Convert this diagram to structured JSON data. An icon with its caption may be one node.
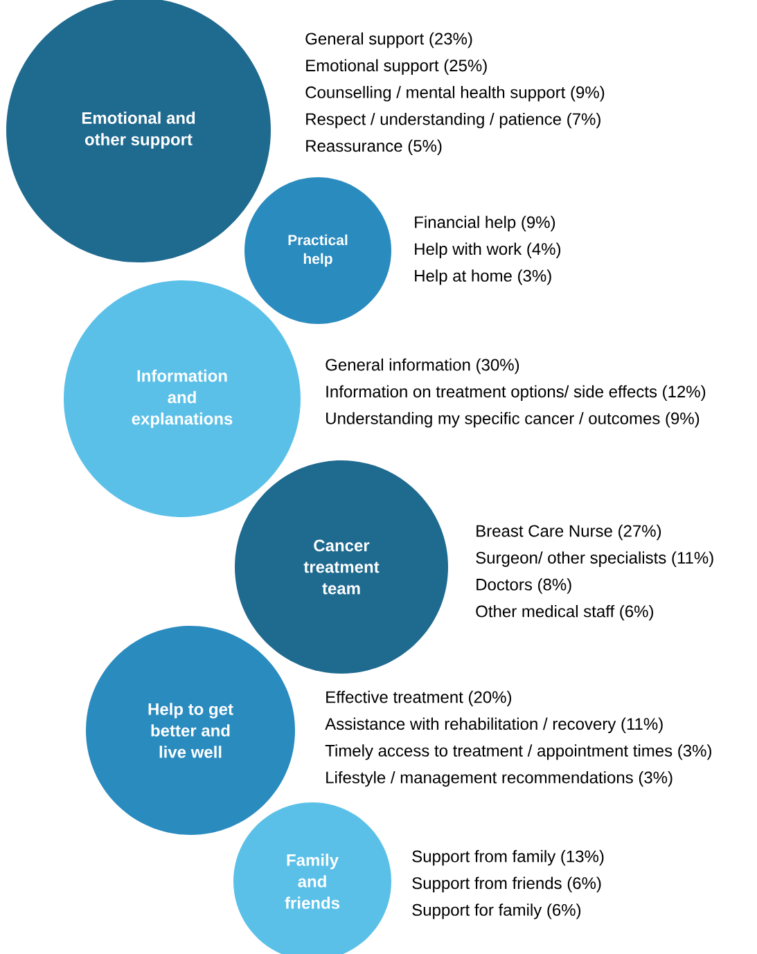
{
  "diagram": {
    "nodes": [
      {
        "text": [
          "Emotional and other support"
        ],
        "beside": [
          "General support (23%)",
          "Emotional support (25%)",
          "Counselling / mental health support (9%)",
          "Respect / understanding / patience (7%)",
          "Reassurance (5%)"
        ]
      },
      {
        "text": [
          "Practical help"
        ],
        "beside": [
          "Financial help (9%)",
          "Help with work (4%)",
          "Help at home (3%)"
        ]
      },
      {
        "text": [
          "Information and explanations"
        ],
        "beside": [
          "General information (30%)",
          "Information on treatment options/ side effects (12%)",
          "Understanding my specific cancer / outcomes (9%)"
        ]
      },
      {
        "text": [
          "Cancer treatment team"
        ],
        "beside": [
          "Breast Care Nurse (27%)",
          "Surgeon/ other specialists (11%)",
          "Doctors (8%)",
          "Other medical staff (6%)"
        ]
      },
      {
        "text": [
          "Help to get better and live well"
        ],
        "beside": [
          "Effective treatment (20%)",
          "Assistance with rehabilitation / recovery (11%)",
          "Timely access to treatment / appointment times (3%)",
          "Lifestyle / management recommendations (3%)"
        ]
      },
      {
        "text": [
          "Family and friends"
        ],
        "beside": [
          "Support from family (13%)",
          "Support from friends (6%)",
          "Support for family (6%)"
        ]
      }
    ]
  }
}
